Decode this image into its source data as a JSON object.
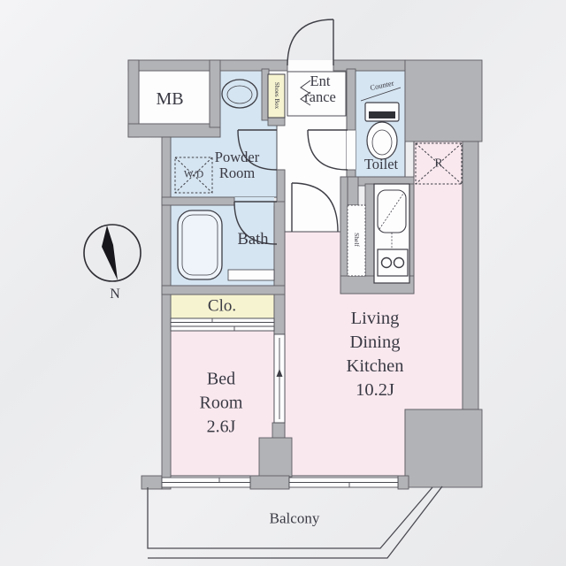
{
  "rooms": {
    "mb": {
      "label": "MB"
    },
    "powder_room": {
      "line1": "Powder",
      "line2": "Room"
    },
    "entrance": {
      "line1": "Ent",
      "line2": "rance"
    },
    "shoes_box": {
      "label": "Shoes Box"
    },
    "toilet": {
      "label": "Toilet",
      "counter_label": "Counter"
    },
    "refrigerator_space": {
      "label": "R"
    },
    "shelf": {
      "label": "Shelf"
    },
    "bath": {
      "label": "Bath"
    },
    "washer_dryer": {
      "label": "W/D"
    },
    "closet": {
      "label": "Clo."
    },
    "bedroom": {
      "line1": "Bed",
      "line2": "Room",
      "size": "2.6J"
    },
    "living_dining_kitchen": {
      "line1": "Living",
      "line2": "Dining",
      "line3": "Kitchen",
      "size": "10.2J"
    },
    "balcony": {
      "label": "Balcony"
    }
  },
  "compass": {
    "label": "N"
  },
  "colors": {
    "wall": "#b2b3b6",
    "room_pink": "#f9e8ee",
    "room_blue": "#d5e5f1",
    "room_yellow": "#f6f3d0",
    "room_white": "#fdfdfe",
    "line": "#3e3e46",
    "text": "#3a3a44",
    "background": "#ecedef"
  }
}
